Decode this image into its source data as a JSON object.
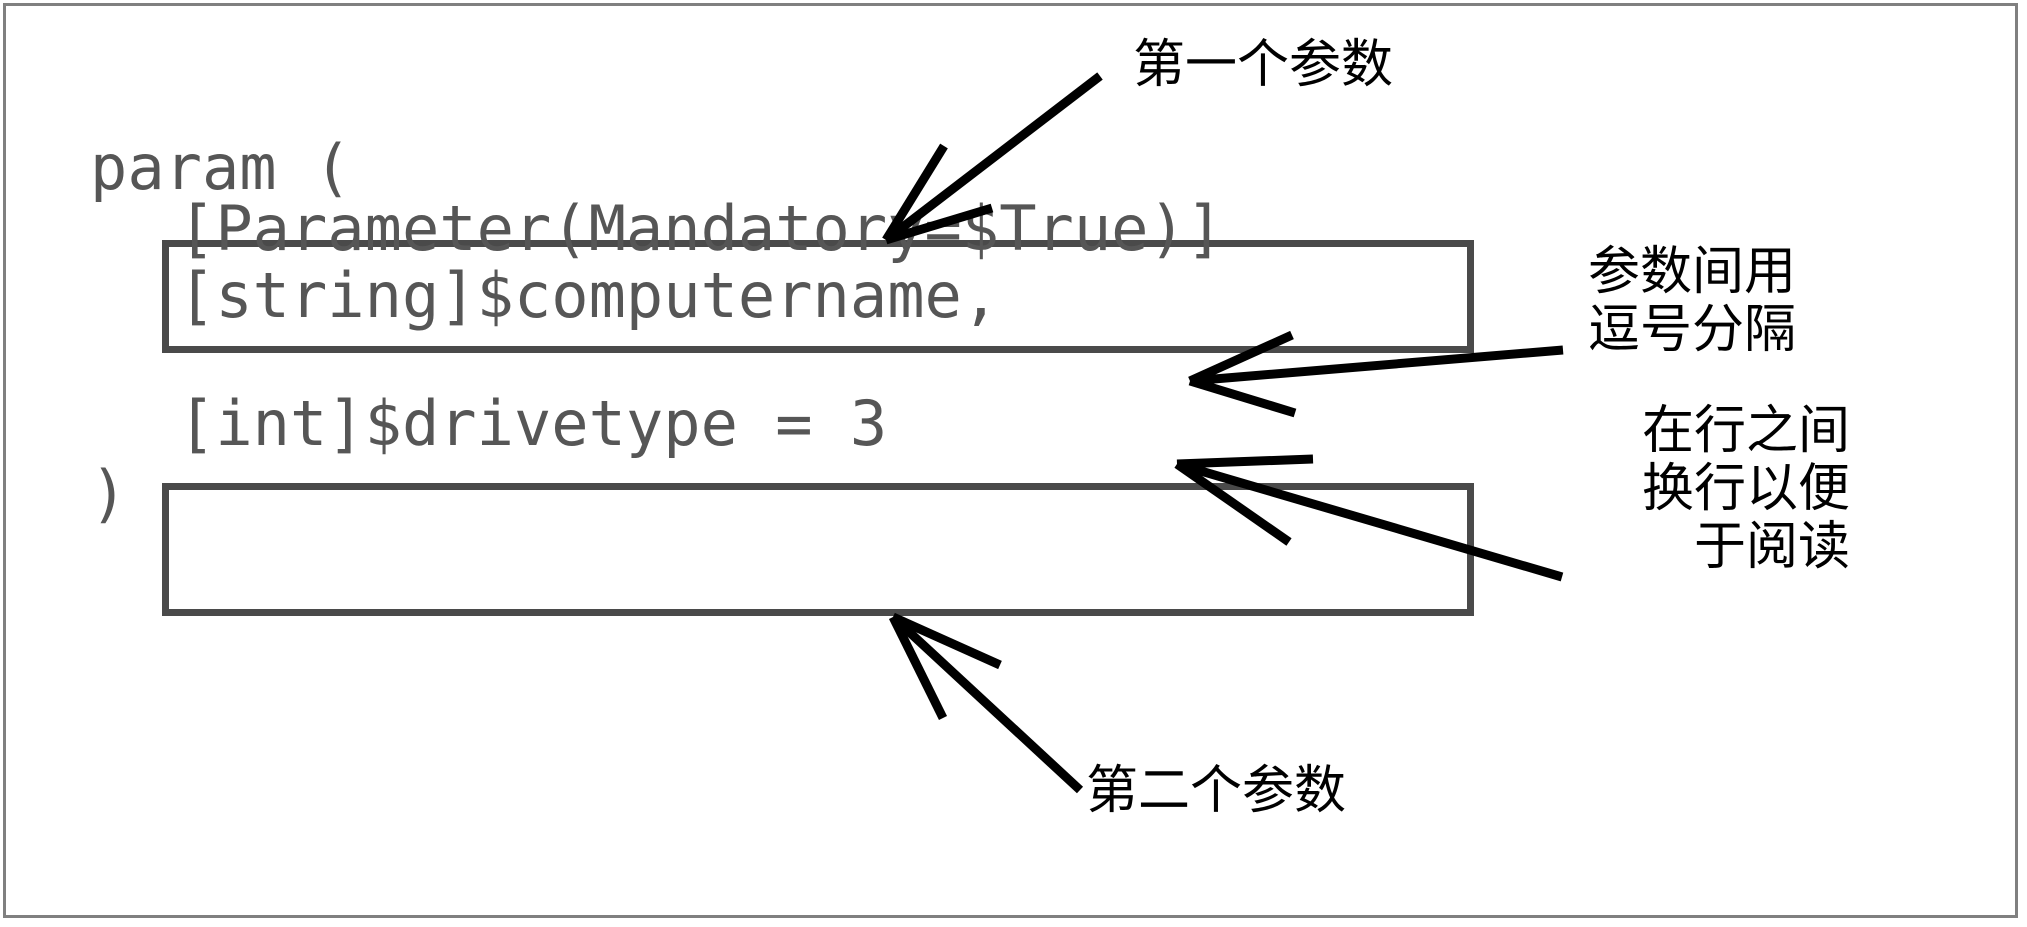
{
  "figure": {
    "kind": "annotated-code-diagram",
    "background_color": "#ffffff",
    "frame_color": "#808080",
    "code_color": "#565656",
    "box_border_color": "#4a4a4a",
    "annotation_color": "#000000"
  },
  "code": {
    "open_line": "param (",
    "close_line": ")",
    "box1": {
      "line1": "[Parameter(Mandatory=$True)]",
      "line2": "[string]$computername,"
    },
    "box2": {
      "line1": "[int]$drivetype = 3"
    }
  },
  "annotations": {
    "first_param": "第一个参数",
    "comma_separator": "参数间用\n逗号分隔",
    "line_breaks": "在行之间\n换行以便\n于阅读",
    "second_param": "第二个参数"
  }
}
